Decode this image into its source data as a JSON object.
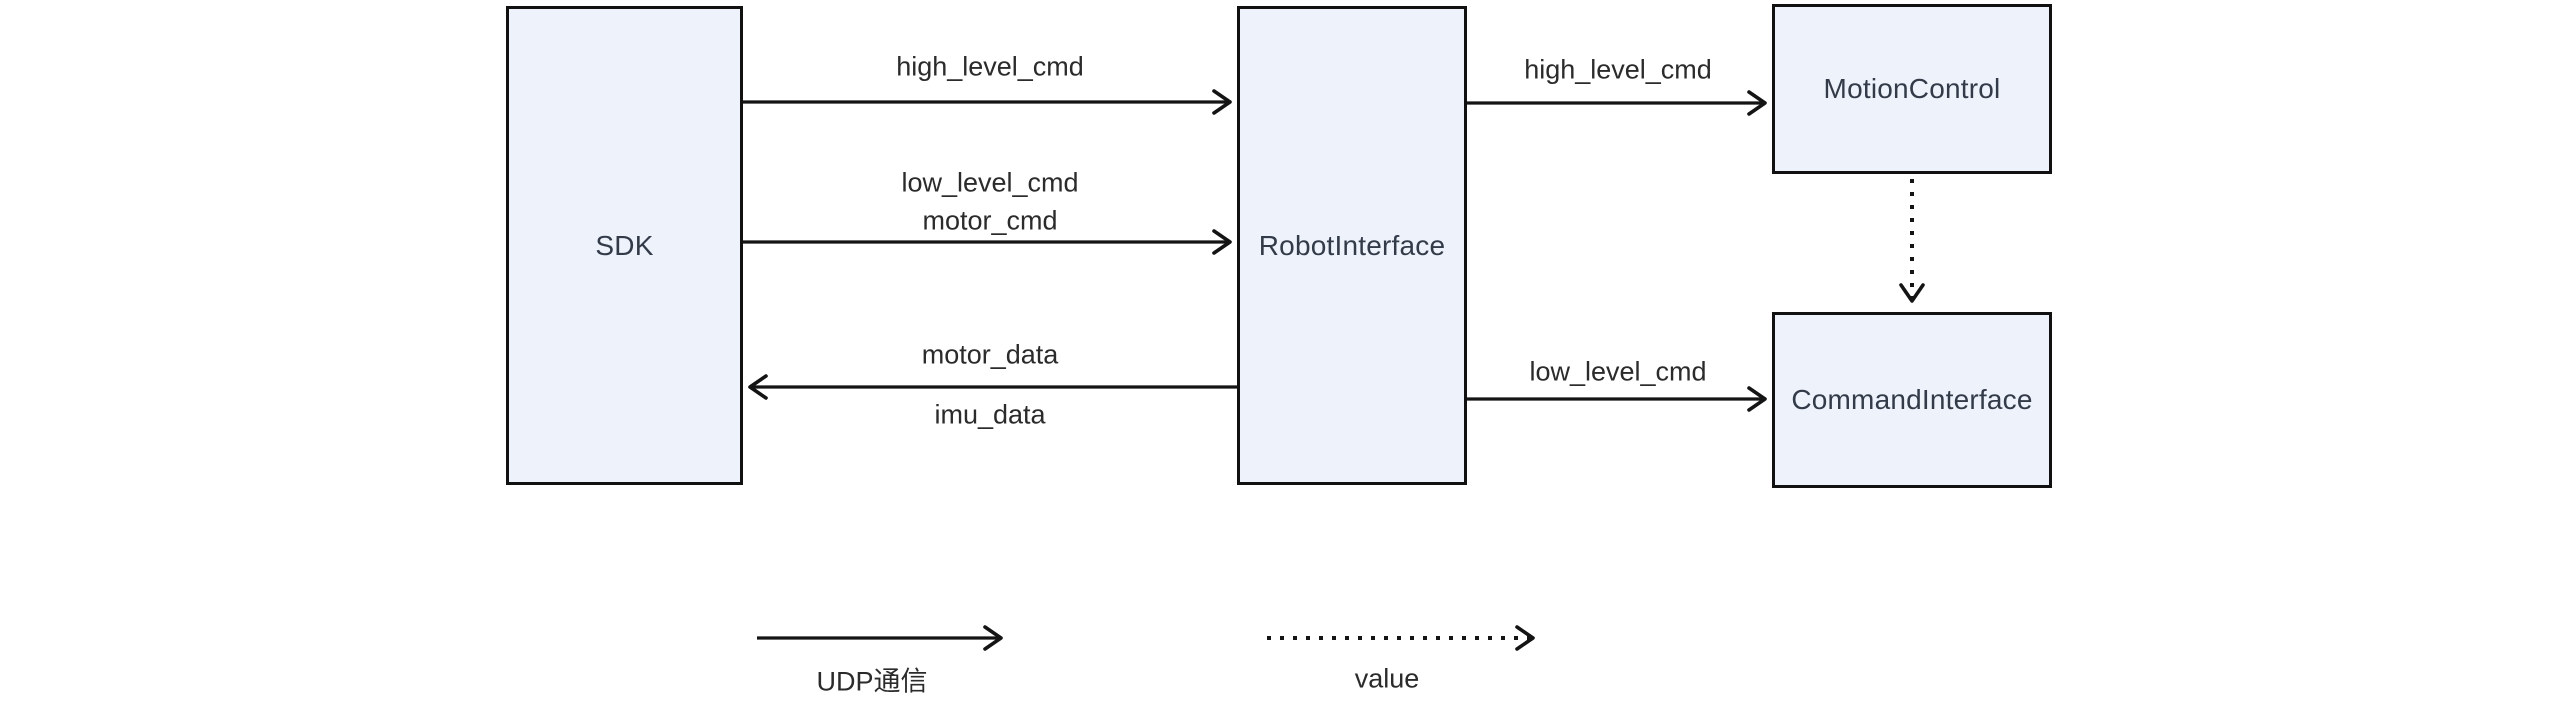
{
  "diagram": {
    "colors": {
      "background": "#ffffff",
      "node_fill": "#edf2fb",
      "node_border": "#111111",
      "arrow": "#141414",
      "label_text": "#2b2b2b",
      "node_text": "#333b49"
    },
    "nodes": [
      {
        "id": "sdk",
        "label": "SDK"
      },
      {
        "id": "robot-interface",
        "label": "RobotInterface"
      },
      {
        "id": "motion-control",
        "label": "MotionControl"
      },
      {
        "id": "command-interface",
        "label": "CommandInterface"
      }
    ],
    "edges": [
      {
        "from": "SDK",
        "to": "RobotInterface",
        "style": "solid",
        "labels": [
          "high_level_cmd"
        ]
      },
      {
        "from": "SDK",
        "to": "RobotInterface",
        "style": "solid",
        "labels": [
          "low_level_cmd",
          "motor_cmd"
        ]
      },
      {
        "from": "RobotInterface",
        "to": "SDK",
        "style": "solid",
        "labels": [
          "motor_data",
          "imu_data"
        ]
      },
      {
        "from": "RobotInterface",
        "to": "MotionControl",
        "style": "solid",
        "labels": [
          "high_level_cmd"
        ]
      },
      {
        "from": "MotionControl",
        "to": "CommandInterface",
        "style": "dotted",
        "labels": []
      },
      {
        "from": "RobotInterface",
        "to": "CommandInterface",
        "style": "solid",
        "labels": [
          "low_level_cmd"
        ]
      }
    ],
    "legend": [
      {
        "style": "solid",
        "label": "UDP通信"
      },
      {
        "style": "dotted",
        "label": "value"
      }
    ]
  }
}
